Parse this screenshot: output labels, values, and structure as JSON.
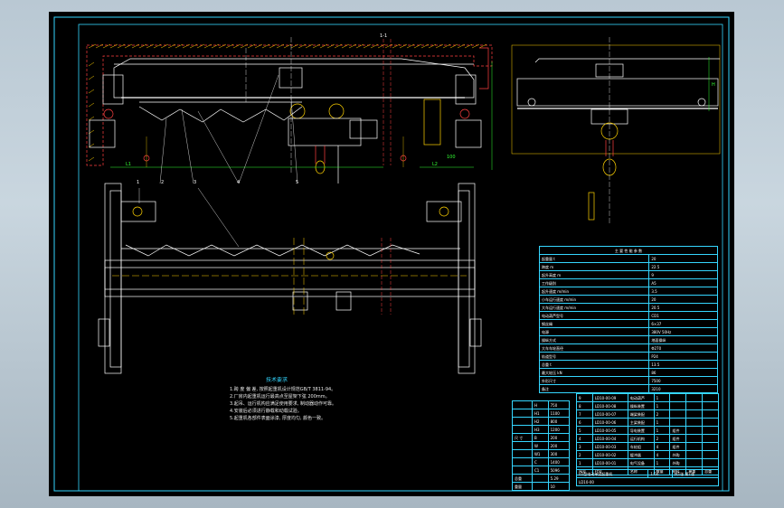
{
  "notes": {
    "title": "技术要求",
    "lines": [
      "1.跨 度 偏 差, 按照起重机设计规范GB/T 3811-94。",
      "2.厂房内起重机运行最高点至屋架下弦 200mm。",
      "3.起吊、运行机构应满足使用要求, 制动器动作可靠。",
      "4.安装后必须进行静载和动载试验。",
      "5.起重机各部件表面涂漆, 厚度均匀, 颜色一致。"
    ]
  },
  "spec_table": {
    "header": "主 要 性 能 参 数",
    "rows": [
      [
        "起重量 t",
        "20"
      ],
      [
        "跨度 m",
        "22.5"
      ],
      [
        "起升高度 m",
        "9"
      ],
      [
        "工作级别",
        "A5"
      ],
      [
        "起升速度 m/min",
        "3.5"
      ],
      [
        "小车运行速度 m/min",
        "20"
      ],
      [
        "大车运行速度 m/min",
        "20.5"
      ],
      [
        "电动葫芦型号",
        "CD1"
      ],
      [
        "钢丝绳",
        "6×37"
      ],
      [
        "电源",
        "380V 50Hz"
      ],
      [
        "操纵方式",
        "地面操纵"
      ],
      [
        "大车车轮直径",
        "Φ270"
      ],
      [
        "轨道型号",
        "P24"
      ],
      [
        "总重 t",
        "13.5"
      ],
      [
        "最大轮压 kN",
        "86"
      ],
      [
        "外形尺寸",
        "7500"
      ],
      [
        "备注",
        "3210"
      ]
    ]
  },
  "dims_table": {
    "rows": [
      [
        "",
        "H",
        "750"
      ],
      [
        "",
        "H1",
        "1100"
      ],
      [
        "",
        "H2",
        "800"
      ],
      [
        "",
        "H3",
        "1200"
      ],
      [
        "尺 寸",
        "B",
        "200"
      ],
      [
        "",
        "W",
        "200"
      ],
      [
        "",
        "W1",
        "300"
      ],
      [
        "",
        "C",
        "1400"
      ],
      [
        "",
        "C1",
        "5096"
      ],
      [
        "总重",
        "",
        "5.29"
      ],
      [
        "重量",
        "",
        "10"
      ]
    ]
  },
  "parts_table": {
    "rows": [
      [
        "9",
        "LD10-00-09",
        "电动葫芦",
        "1",
        "",
        "",
        ""
      ],
      [
        "8",
        "LD10-00-08",
        "操纵装置",
        "1",
        "",
        "",
        ""
      ],
      [
        "7",
        "LD10-00-07",
        "端梁装配",
        "2",
        "",
        "",
        ""
      ],
      [
        "6",
        "LD10-00-06",
        "主梁装配",
        "1",
        "",
        "",
        ""
      ],
      [
        "5",
        "LD10-00-05",
        "导电装置",
        "1",
        "组件",
        "",
        ""
      ],
      [
        "4",
        "LD10-00-04",
        "运行机构",
        "2",
        "组件",
        "",
        ""
      ],
      [
        "3",
        "LD10-00-03",
        "车轮组",
        "4",
        "组件",
        "",
        ""
      ],
      [
        "2",
        "LD10-00-02",
        "缓冲器",
        "4",
        "外购",
        "",
        ""
      ],
      [
        "1",
        "LD10-00-01",
        "电气设备",
        "1",
        "外购",
        "",
        ""
      ],
      [
        "序号",
        "代号",
        "名称",
        "数量",
        "材料",
        "单重",
        "总重"
      ]
    ],
    "title_block": {
      "name": "LD型电动单梁起重机",
      "scale": "1:50",
      "sheet": "共1张 第1张",
      "drawing_no": "LD10-00"
    }
  },
  "drawing_labels": {
    "section": "1-1",
    "parts_callouts": [
      "1",
      "2",
      "3",
      "4",
      "5"
    ],
    "dims": [
      "L1",
      "L2",
      "100",
      "H"
    ]
  }
}
